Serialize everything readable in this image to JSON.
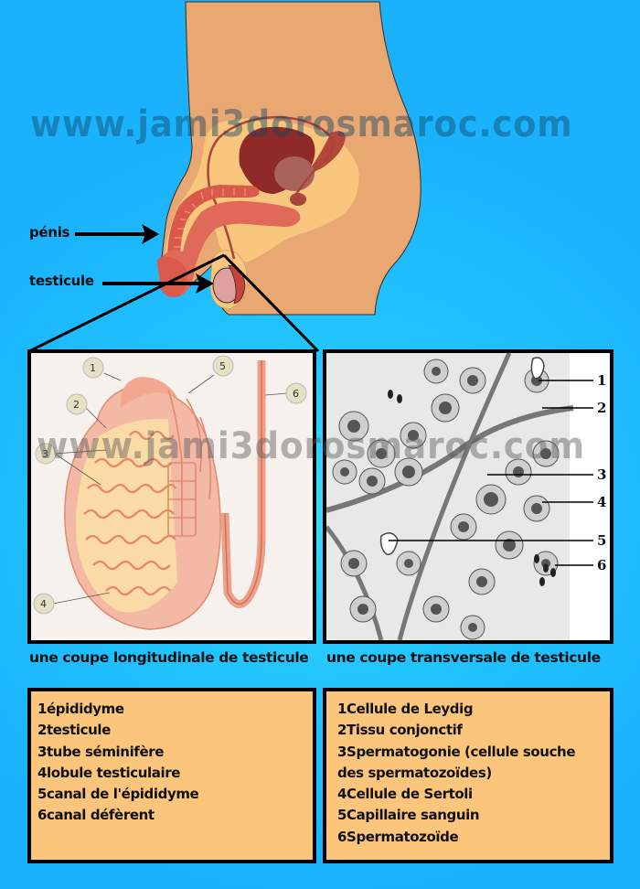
{
  "watermark": {
    "text": "www.jami3dorosmaroc.com",
    "mid_text": "www.jami3dorosmaroc.com"
  },
  "anatomy": {
    "callouts": [
      {
        "id": "penis",
        "label": "pénis"
      },
      {
        "id": "testicule",
        "label": "testicule"
      }
    ],
    "colors": {
      "background": "#1ab2fd",
      "skin": "#e9a772",
      "fat": "#f8c77d",
      "organ_red": "#d95a4a",
      "bladder": "#8f2a28",
      "prostate": "#a8645a",
      "testis": "#dfa0a0"
    }
  },
  "panels": {
    "longitudinal": {
      "caption": "une coupe longitudinale de testicule",
      "markers": [
        "1",
        "2",
        "3",
        "4",
        "5",
        "6"
      ]
    },
    "transversal": {
      "caption": "une coupe transversale de testicule",
      "markers": [
        "1",
        "2",
        "3",
        "4",
        "5",
        "6"
      ]
    }
  },
  "legend": {
    "longitudinal": [
      "1épididyme",
      "2testicule",
      "3tube séminifère",
      "4lobule testiculaire",
      "5canal de l'épididyme",
      "6canal défèrent"
    ],
    "transversal": [
      "1Cellule de Leydig",
      "2Tissu conjonctif",
      "3Spermatogonie (cellule souche",
      "des spermatozoïdes)",
      "4Cellule de Sertoli",
      "5Capillaire sanguin",
      "6Spermatozoïde"
    ],
    "box_color": "#fbc57b"
  }
}
